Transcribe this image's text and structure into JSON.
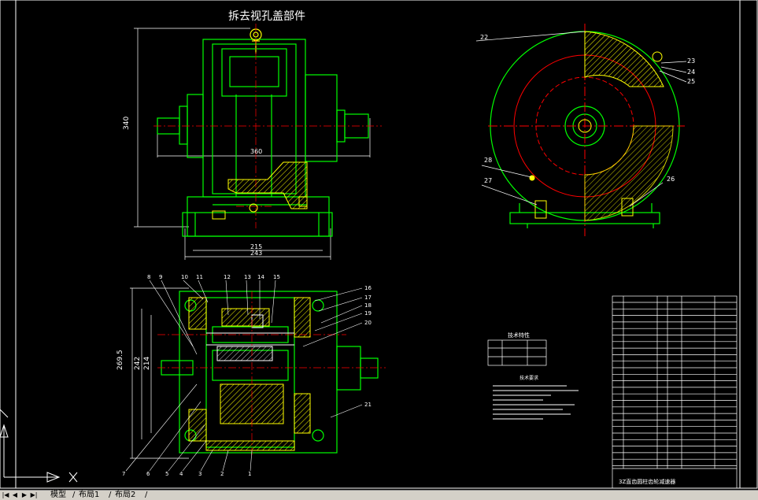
{
  "drawing": {
    "title": "拆去视孔盖部件",
    "dims": {
      "height_340": "340",
      "width_360": "360",
      "w215": "215",
      "w243": "243",
      "h2695": "269.5",
      "h242": "242",
      "h214": "214"
    },
    "balloons_front_right": [
      "22",
      "23",
      "24",
      "25",
      "28",
      "27",
      "26"
    ],
    "balloons_plan_top": [
      "8",
      "9",
      "10",
      "11",
      "12",
      "13",
      "14",
      "15"
    ],
    "balloons_plan_right": [
      "16",
      "17",
      "18",
      "19",
      "20",
      "21"
    ],
    "balloons_plan_bottom": [
      "7",
      "6",
      "5",
      "4",
      "3",
      "2",
      "1"
    ],
    "spec_title": "技术特性",
    "notes_title": "技术要求",
    "title_block_label": "3Z直齿圆柱齿轮减速器",
    "layout_tabs": [
      "模型",
      "布局1",
      "布局2"
    ]
  },
  "colors": {
    "green": "#00ff00",
    "red": "#ff0000",
    "yellow": "#ffff00",
    "white": "#ffffff",
    "cyan": "#00ffff",
    "magenta": "#ff00ff"
  }
}
